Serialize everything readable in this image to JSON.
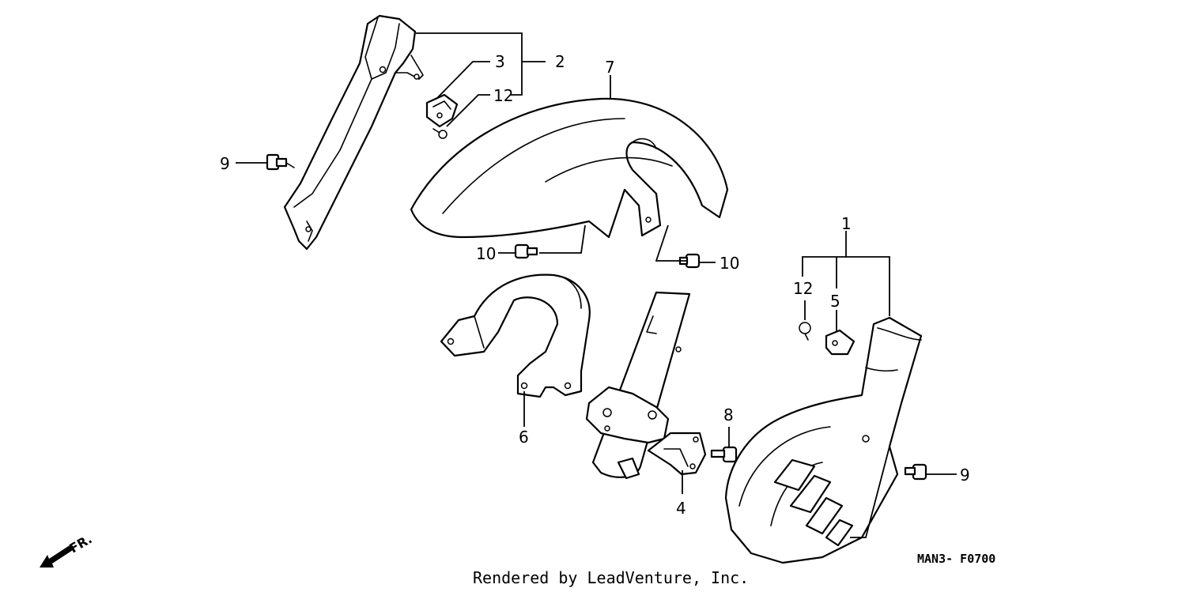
{
  "callouts": {
    "c1": "1",
    "c2": "2",
    "c3": "3",
    "c4": "4",
    "c5": "5",
    "c6": "6",
    "c7": "7",
    "c8": "8",
    "c9a": "9",
    "c9b": "9",
    "c10a": "10",
    "c10b": "10",
    "c12a": "12",
    "c12b": "12"
  },
  "direction_label": "FR.",
  "diagram_code": "MAN3- F0700",
  "footer_credit": "Rendered by LeadVenture, Inc."
}
